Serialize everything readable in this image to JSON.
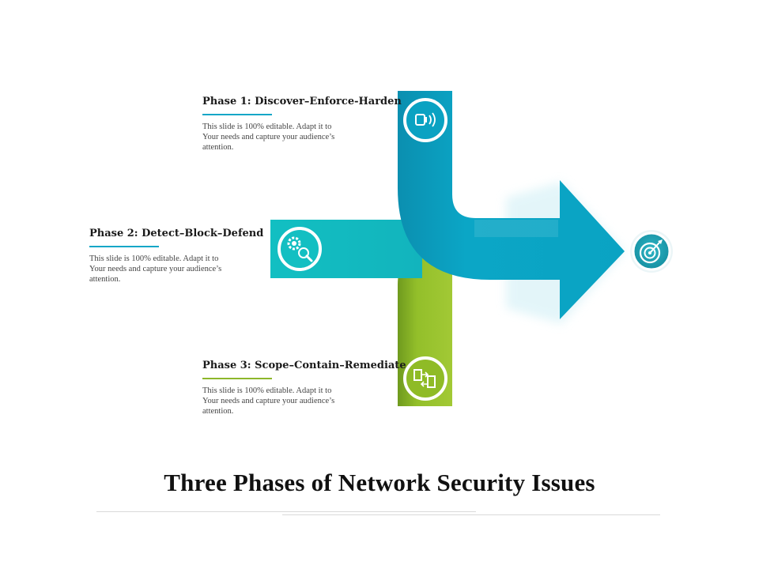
{
  "title": "Three Phases of Network Security Issues",
  "phases": [
    {
      "title": "Phase 1: Discover–Enforce-Harden",
      "description": "This slide is 100% editable. Adapt it to Your needs and capture your audience’s attention.",
      "icon": "network-signal-icon",
      "color": "#0aa2c2"
    },
    {
      "title": "Phase 2: Detect–Block–Defend",
      "description": "This slide is 100% editable. Adapt it to Your needs and capture your audience’s attention.",
      "icon": "gear-search-icon",
      "color": "#14c2c4"
    },
    {
      "title": "Phase 3: Scope–Contain–Remediate",
      "description": "This slide is 100% editable. Adapt it to Your needs and capture your audience’s attention.",
      "icon": "file-transfer-icon",
      "color": "#8fbb26"
    }
  ],
  "target_icon": "target-icon",
  "colors": {
    "blue": "#0aa2c2",
    "teal": "#14c2c4",
    "green": "#8fbb26",
    "target": "#1aa0b2"
  }
}
